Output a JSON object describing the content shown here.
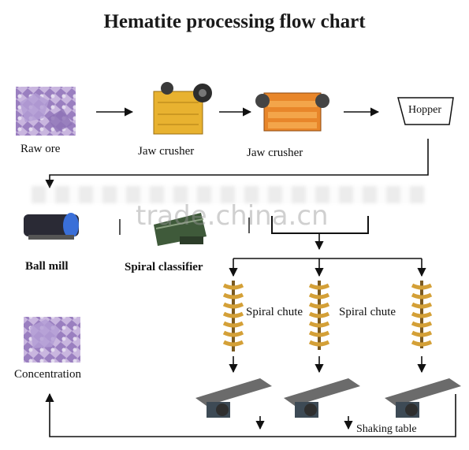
{
  "title": "Hematite processing flow chart",
  "nodes": {
    "raw_ore": "Raw ore",
    "jaw_crusher_1": "Jaw crusher",
    "jaw_crusher_2": "Jaw crusher",
    "hopper": "Hopper",
    "ball_mill": "Ball mill",
    "spiral_classifier": "Spiral classifier",
    "spiral_chute_1": "Spiral chute",
    "spiral_chute_2": "Spiral chute",
    "concentration": "Concentration",
    "shaking_table": "Shaking table"
  },
  "watermark": "trade.china.cn",
  "colors": {
    "ore_purple": "#a68cc8",
    "crusher_yellow": "#e8b230",
    "crusher_orange": "#e8862a",
    "chute_gold": "#d4a037",
    "table_gray": "#6b6b6b",
    "ball_mill_dark": "#2a2a35",
    "ball_mill_blue": "#3a6fd8",
    "classifier_green": "#3f5a3a"
  }
}
